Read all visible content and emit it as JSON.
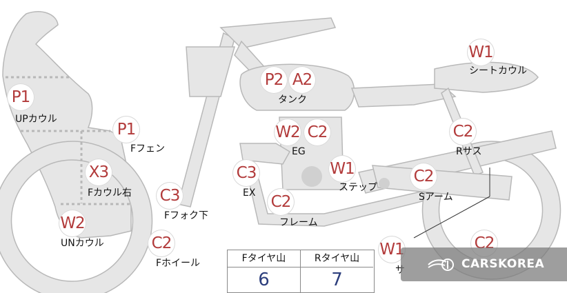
{
  "callouts": [
    {
      "code": "P1",
      "label": "UPカウル"
    },
    {
      "code": "P1",
      "label": "Fフェン"
    },
    {
      "code": "X3",
      "label": "Fカウル右"
    },
    {
      "code": "W2",
      "label": "UNカウル"
    },
    {
      "code": "C3",
      "label": "Fフォク下"
    },
    {
      "code": "C2",
      "label": "Fホイール"
    },
    {
      "code": "P2"
    },
    {
      "code": "A2",
      "label": "タンク"
    },
    {
      "code": "W2"
    },
    {
      "code": "C2",
      "label": "EG"
    },
    {
      "code": "C3",
      "label": "EX"
    },
    {
      "code": "W1",
      "label": "ステップ"
    },
    {
      "code": "C2",
      "label": "フレーム"
    },
    {
      "code": "C2",
      "label": "Sアーム"
    },
    {
      "code": "C2",
      "label": "Rサス"
    },
    {
      "code": "W1",
      "label": "シートカウル"
    },
    {
      "code": "W1",
      "label": "サ"
    },
    {
      "code": "C2"
    }
  ],
  "tire_table": {
    "headers": [
      "Fタイヤ山",
      "Rタイヤ山"
    ],
    "values": [
      "6",
      "7"
    ]
  },
  "watermark": {
    "text": "CARSKOREA"
  }
}
